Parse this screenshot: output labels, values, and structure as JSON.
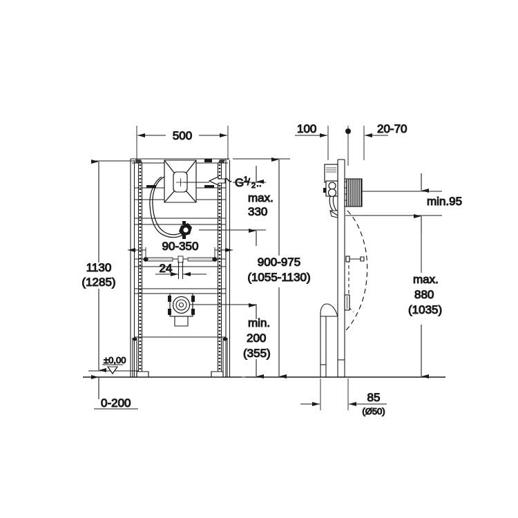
{
  "drawing": {
    "title": "Urinal installation frame - technical dimension drawing",
    "units": "mm",
    "line_color": "#1a1a1a",
    "background": "#ffffff",
    "views": [
      {
        "name": "front-view",
        "label": ""
      },
      {
        "name": "side-view",
        "label": ""
      }
    ]
  },
  "dimensions": {
    "width_500": "500",
    "height_1130": "1130",
    "height_1130_alt": "(1285)",
    "bracket_span": "90-350",
    "pipe_24": "24",
    "max_330_line1": "max.",
    "max_330_line2": "330",
    "range_900_975": "900-975",
    "range_900_975_alt": "(1055-1130)",
    "min_200_line1": "min.",
    "min_200_line2": "200",
    "min_200_alt": "(355)",
    "floor_offset": "0-200",
    "datum": "±0,00",
    "depth_100": "100",
    "offset_20_70": "20-70",
    "min_95": "min.95",
    "max_880_line1": "max.",
    "max_880_line2": "880",
    "max_880_alt": "(1035)",
    "outlet_85": "85",
    "outlet_diameter": "(Ø50)",
    "connection_thread_prefix": "G",
    "connection_thread_num": "1",
    "connection_thread_den": "2"
  }
}
